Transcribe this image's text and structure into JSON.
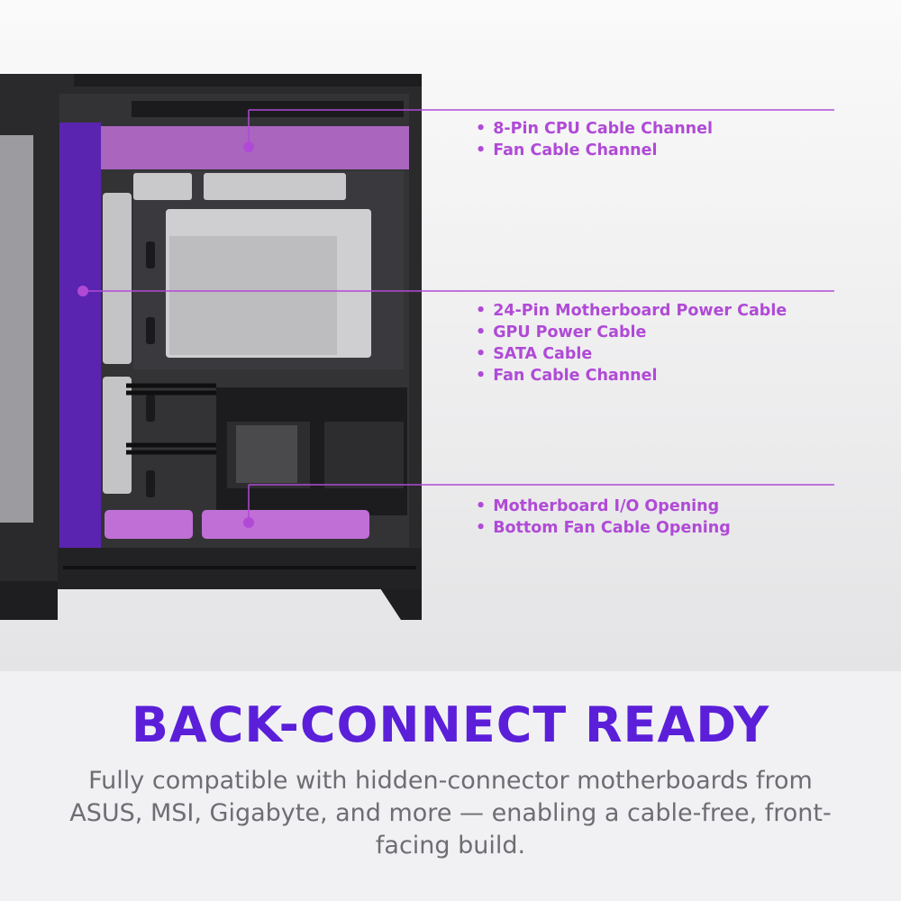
{
  "colors": {
    "accent": "#8a2be2",
    "callout_text": "#b04ad6",
    "headline": "#5b1fd9",
    "body_text": "#6d6d73",
    "case_dark": "#2a2a2c",
    "panel_purple": "#5a24b0",
    "channel_magenta": "#c06fd6"
  },
  "callouts": {
    "top": {
      "items": [
        "8-Pin CPU Cable Channel",
        "Fan Cable Channel"
      ]
    },
    "middle": {
      "items": [
        "24-Pin Motherboard Power Cable",
        "GPU Power Cable",
        "SATA Cable",
        "Fan Cable Channel"
      ]
    },
    "bottom": {
      "items": [
        "Motherboard I/O Opening",
        "Bottom Fan Cable Opening"
      ]
    }
  },
  "headline": "BACK-CONNECT READY",
  "description": "Fully compatible with hidden-connector motherboards from ASUS, MSI, Gigabyte, and more — enabling a cable-free, front-facing build."
}
